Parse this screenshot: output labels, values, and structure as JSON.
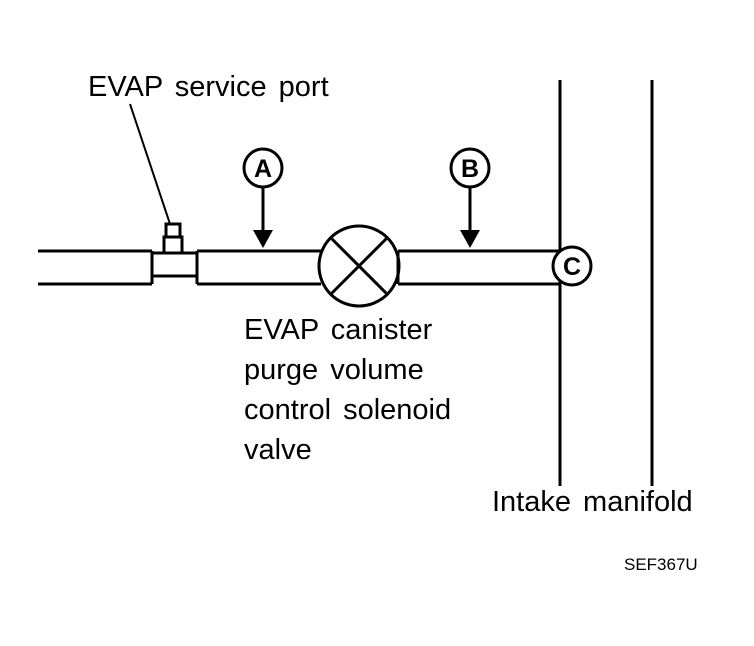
{
  "diagram": {
    "labels": {
      "service_port": "EVAP service port",
      "valve_lines": [
        "EVAP canister",
        "purge volume",
        "control solenoid",
        "valve"
      ],
      "manifold": "Intake manifold",
      "figure_code": "SEF367U"
    },
    "points": {
      "a": "A",
      "b": "B",
      "c": "C"
    }
  }
}
